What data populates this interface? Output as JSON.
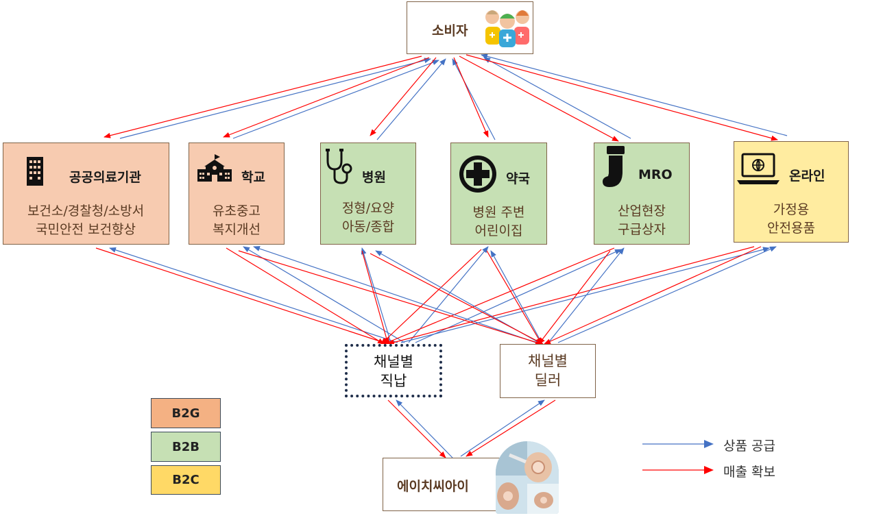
{
  "consumer": {
    "label": "소비자",
    "icon": "healthcare-workers-icon"
  },
  "channels": [
    {
      "id": "public",
      "title": "공공의료기관",
      "line1": "보건소/경찰청/소방서",
      "line2": "국민안전 보건향상",
      "icon": "building-icon",
      "fill": "#f7cbb0"
    },
    {
      "id": "school",
      "title": "학교",
      "line1": "유초중고",
      "line2": "복지개선",
      "icon": "school-icon",
      "fill": "#f7cbb0"
    },
    {
      "id": "hospital",
      "title": "병원",
      "line1": "정형/요양",
      "line2": "아동/종합",
      "icon": "stethoscope-icon",
      "fill": "#c6e0b4"
    },
    {
      "id": "pharmacy",
      "title": "약국",
      "line1": "병원 주변",
      "line2": "어린이집",
      "icon": "medical-cross-icon",
      "fill": "#c6e0b4"
    },
    {
      "id": "mro",
      "title": "MRO",
      "line1": "산업현장",
      "line2": "구급상자",
      "icon": "stocking-icon",
      "fill": "#c6e0b4"
    },
    {
      "id": "online",
      "title": "온라인",
      "line1": "가정용",
      "line2": "안전용품",
      "icon": "laptop-globe-icon",
      "fill": "#ffeca0"
    }
  ],
  "direct": {
    "line1": "채널별",
    "line2": "직납"
  },
  "dealer": {
    "line1": "채널별",
    "line2": "딜러"
  },
  "company": {
    "label": "에이치씨아이",
    "image": "product-photo"
  },
  "segments": [
    {
      "label": "B2G",
      "color": "#f4b183"
    },
    {
      "label": "B2B",
      "color": "#c6e0b4"
    },
    {
      "label": "B2C",
      "color": "#ffd966"
    }
  ],
  "legend": [
    {
      "label": "상품 공급",
      "color": "#4472c4"
    },
    {
      "label": "매출 확보",
      "color": "#ff0000"
    }
  ],
  "colors": {
    "supply": "#4472c4",
    "sales": "#ff0000",
    "border": "#7f6246"
  }
}
